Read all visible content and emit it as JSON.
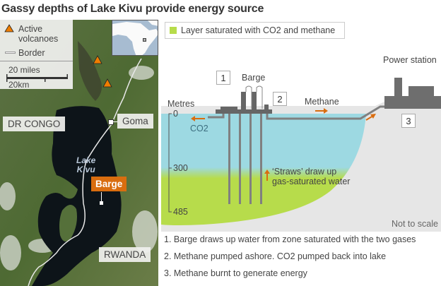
{
  "title": "Gassy depths of Lake Kivu provide energy source",
  "map": {
    "legend": {
      "volcano_label_line1": "Active",
      "volcano_label_line2": "volcanoes",
      "border_label": "Border",
      "scale_miles": "20 miles",
      "scale_km": "20km"
    },
    "labels": {
      "country_west": "DR CONGO",
      "country_east": "RWANDA",
      "city": "Goma",
      "lake_line1": "Lake",
      "lake_line2": "Kivu",
      "barge": "Barge"
    },
    "colors": {
      "volcano": "#f07d00",
      "barge": "#d96d0f",
      "border": "#e8e8e8"
    }
  },
  "diagram": {
    "legend_key": "Layer saturated with CO2 and methane",
    "barge_label": "Barge",
    "power_station_label": "Power station",
    "metres_label": "Metres",
    "depth_ticks": [
      "0",
      "300",
      "485"
    ],
    "co2_label": "CO2",
    "methane_label": "Methane",
    "straws_line1": "‘Straws’ draw up",
    "straws_line2": "gas-saturated water",
    "not_to_scale": "Not to scale",
    "steps": [
      "1",
      "2",
      "3"
    ],
    "colors": {
      "water": "#9dd9e2",
      "gas_layer": "#b7dc4b",
      "land": "#e6e6e6",
      "structure": "#666666",
      "pipe": "#808080",
      "arrow": "#d96d0f"
    }
  },
  "notes": [
    "1. Barge draws up water from zone saturated with the two gases",
    "2. Methane pumped ashore. CO2 pumped back into lake",
    "3. Methane burnt to generate energy"
  ]
}
